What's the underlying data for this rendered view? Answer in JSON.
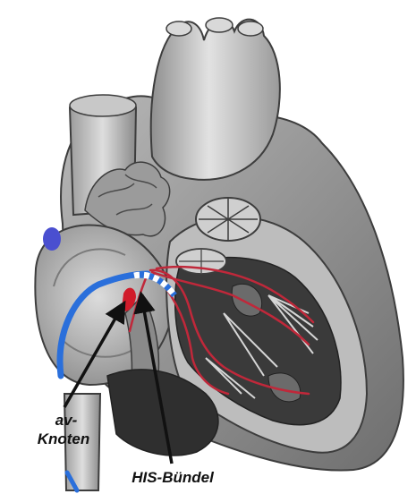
{
  "labels": {
    "av_line1": "av-",
    "av_line2": "Knoten",
    "his": "HIS-Bündel"
  },
  "colors": {
    "conduction_path": "#2a6fdb",
    "purkinje_fibers": "#c0283a",
    "sinus_node": "#4a4fd0",
    "av_node_marker": "#d11b2a",
    "tissue_light": "#cfcfcf",
    "tissue_mid": "#a9a9a9",
    "tissue_dark": "#4a4a4a",
    "ventricle_dark": "#2b2b2b"
  }
}
